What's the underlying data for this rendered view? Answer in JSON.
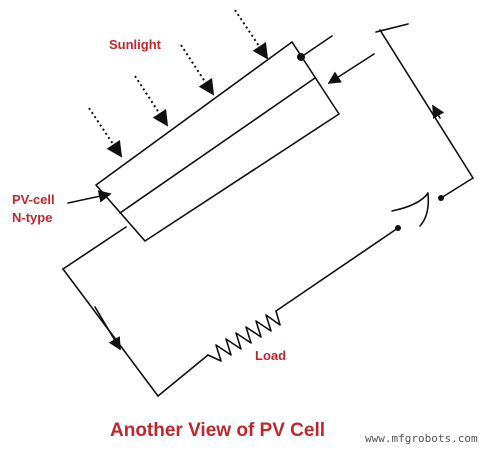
{
  "labels": {
    "sunlight": "Sunlight",
    "pv_cell_line1": "PV-cell",
    "pv_cell_line2": "N-type",
    "load": "Load"
  },
  "caption": "Another View of PV Cell",
  "watermark": "www.mfgrobots.com",
  "colors": {
    "label": "#c0272d",
    "line": "#111111",
    "background": "#ffffff",
    "watermark": "#555555"
  }
}
